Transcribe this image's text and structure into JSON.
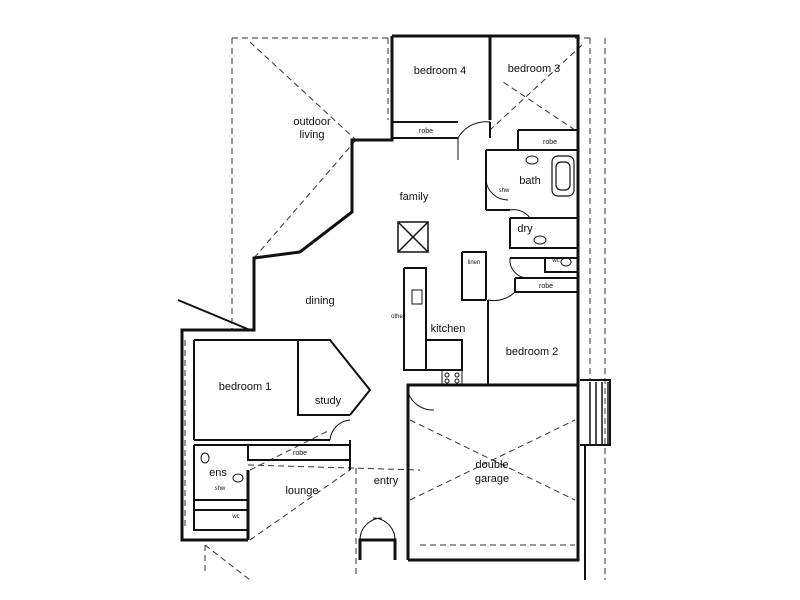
{
  "colors": {
    "wall": "#111111",
    "line": "#333333",
    "paper": "#ffffff"
  },
  "rooms": {
    "bedroom4": "bedroom 4",
    "bedroom3": "bedroom 3",
    "outdoor_line1": "outdoor",
    "outdoor_line2": "living",
    "family": "family",
    "bath": "bath",
    "laundry": "dry",
    "dining": "dining",
    "kitchen": "kitchen",
    "bedroom2": "bedroom 2",
    "bedroom1": "bedroom 1",
    "study": "study",
    "ensuite": "ens",
    "lounge": "lounge",
    "entry": "entry",
    "garage_line1": "double",
    "garage_line2": "garage"
  },
  "fixtures": {
    "robe_bed4": "robe",
    "robe_bed3": "robe",
    "robe_bed2": "robe",
    "robe_bed1": "robe",
    "linen": "linen",
    "wc": "wc",
    "shower": "shw",
    "ensuite_shower": "shw",
    "ensuite_wc": "wc",
    "other": "other"
  },
  "icons": [
    "skylight-icon",
    "bathtub-icon",
    "sink-icon",
    "toilet-icon",
    "stove-icon",
    "door-swing-icon",
    "deck-stairs-icon"
  ]
}
